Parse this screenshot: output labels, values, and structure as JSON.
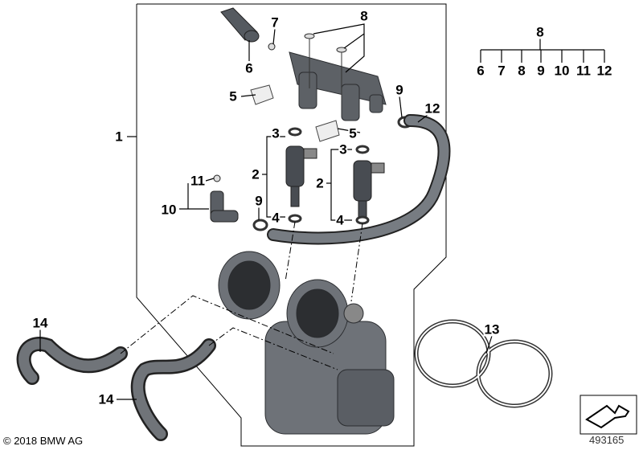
{
  "diagram": {
    "callouts": {
      "c1": "1",
      "c2a": "2",
      "c2b": "2",
      "c3a": "3",
      "c3b": "3",
      "c4a": "4",
      "c4b": "4",
      "c5a": "5",
      "c5b": "5",
      "c6": "6",
      "c7": "7",
      "c8": "8",
      "c9a": "9",
      "c9b": "9",
      "c10": "10",
      "c11": "11",
      "c12": "12",
      "c13": "13",
      "c14a": "14",
      "c14b": "14"
    },
    "set_legend": {
      "parent": "8",
      "children": [
        "6",
        "7",
        "8",
        "9",
        "10",
        "11",
        "12"
      ]
    }
  },
  "footer": {
    "copyright": "© 2018 BMW AG",
    "diagram_number": "493165"
  },
  "colors": {
    "part": "#6e7278",
    "part_dark": "#3c3f44",
    "line": "#000000"
  }
}
